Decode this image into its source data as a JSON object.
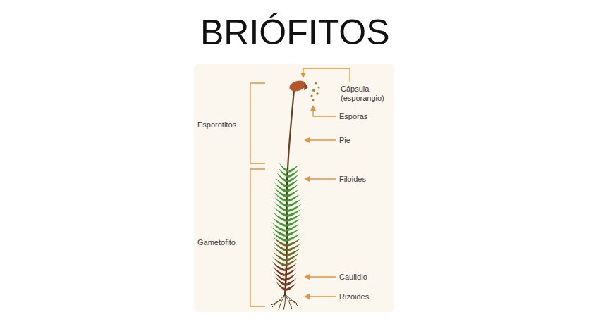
{
  "diagram": {
    "title": "BRIÓFITOS",
    "labels": [
      "Esporotitos",
      "Gametofito",
      "Cápsula (esporangio)",
      "Esporas",
      "Pie",
      "Filoides",
      "Caulidio",
      "Rizoides"
    ]
  }
}
